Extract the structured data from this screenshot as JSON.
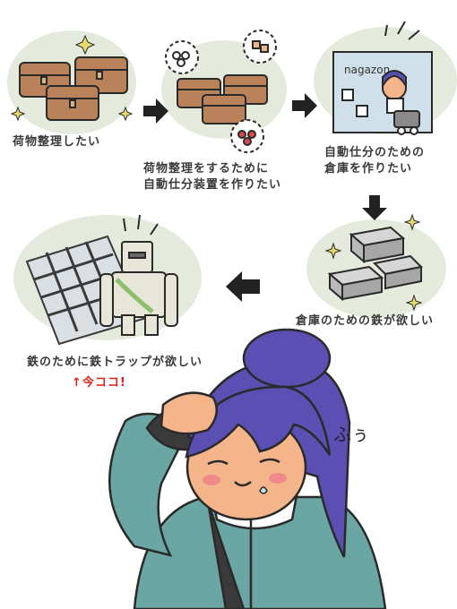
{
  "steps": [
    {
      "label": "荷物整理したい"
    },
    {
      "lines": [
        "荷物整理をするために",
        "自動仕分装置を作りたい"
      ]
    },
    {
      "lines": [
        "自動仕分のための",
        "倉庫を作りたい"
      ]
    },
    {
      "label": "倉庫のための鉄が欲しい"
    },
    {
      "label": "鉄のために鉄トラップが欲しい"
    }
  ],
  "current_marker": "↑今ココ!",
  "logo_text": "nagazon",
  "sound_effect": "ふぅ",
  "colors": {
    "box": "#b9825a",
    "iron": "#b9b9b9",
    "hair": "#5b4fb3",
    "jacket": "#6aa6a3",
    "skin": "#f4b58a",
    "marker_red": "#e0201c",
    "blob": "#e4ebdc"
  }
}
